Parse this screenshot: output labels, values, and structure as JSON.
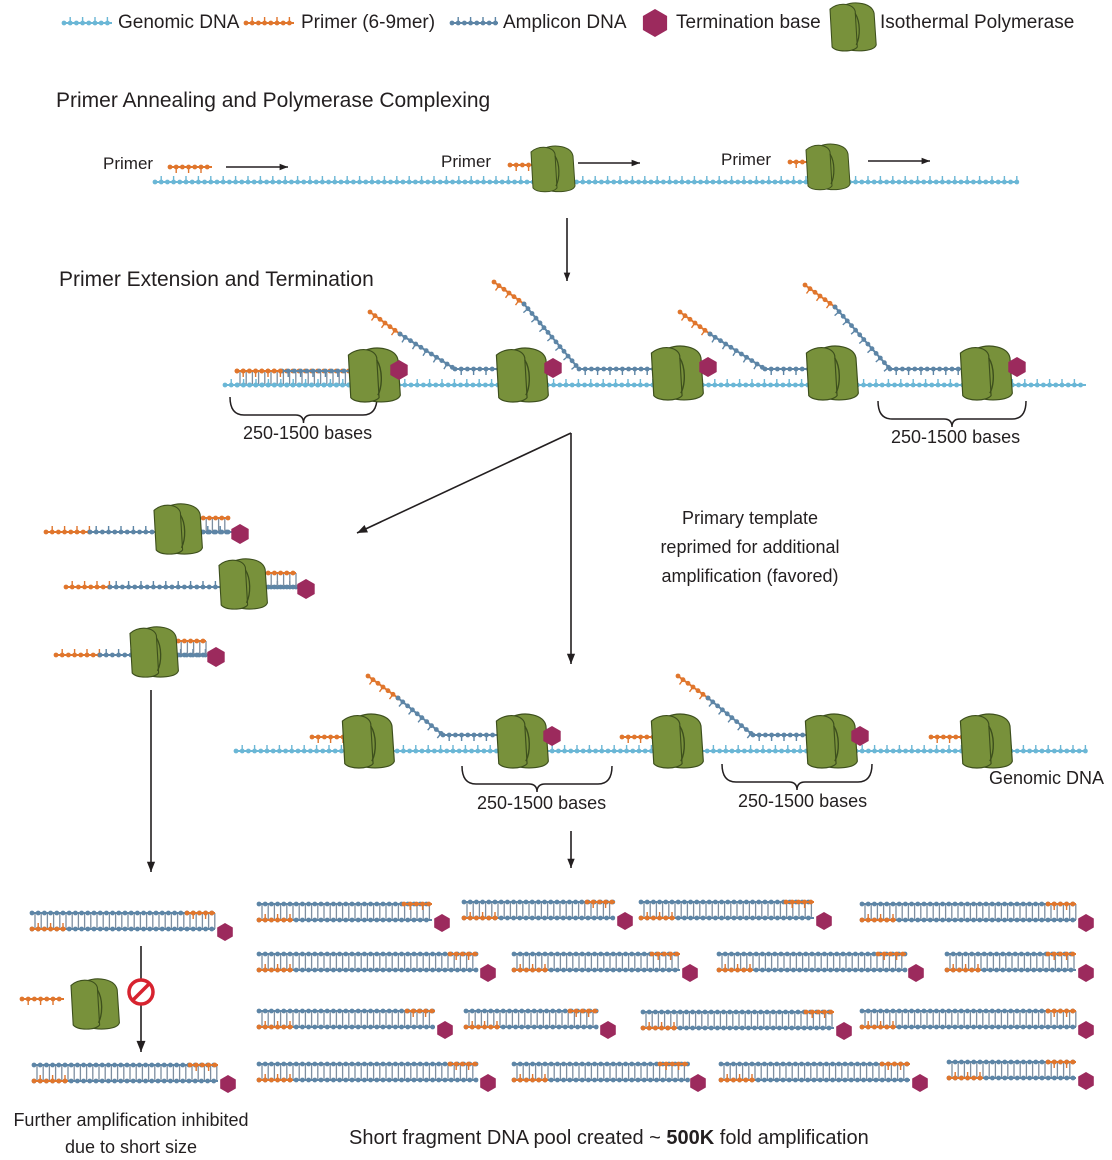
{
  "colors": {
    "genomic": "#6bb7d6",
    "primer": "#e0762d",
    "amplicon": "#5d85a6",
    "termination": "#9c2a5d",
    "polymerase": "#78913b",
    "polymerase_stroke": "#3d4f1d",
    "arrow": "#231f20",
    "inhibit": "#d7232f"
  },
  "legend": {
    "genomic_dna": "Genomic DNA",
    "primer": "Primer (6-9mer)",
    "amplicon_dna": "Amplicon DNA",
    "termination_base": "Termination base",
    "isothermal_polymerase": "Isothermal Polymerase"
  },
  "step1": {
    "title": "Primer Annealing and Polymerase Complexing",
    "primer_labels": [
      "Primer",
      "Primer",
      "Primer"
    ]
  },
  "step2": {
    "title": "Primer Extension and Termination",
    "size_labels": [
      "250-1500 bases",
      "250-1500 bases"
    ]
  },
  "branch": {
    "reprime_caption": [
      "Primary template",
      "reprimed for additional",
      "amplification (favored)"
    ]
  },
  "step3": {
    "size_labels": [
      "250-1500 bases",
      "250-1500 bases"
    ],
    "genomic_label": "Genomic DNA"
  },
  "bottom": {
    "inhibited_caption": [
      "Further amplification inhibited",
      "due to short size"
    ],
    "pool_caption_pre": "Short fragment DNA pool created ~ ",
    "pool_caption_bold": "500K",
    "pool_caption_post": " fold amplification"
  }
}
